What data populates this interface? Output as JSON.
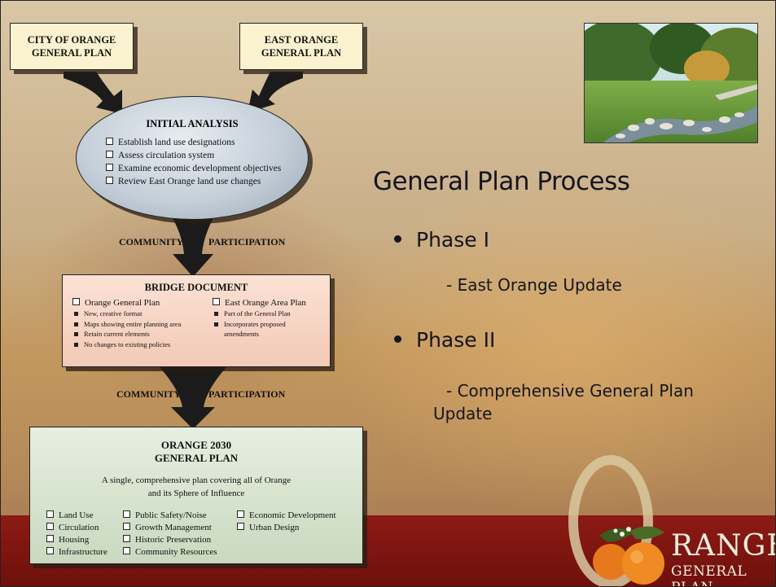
{
  "sources": {
    "left": "CITY OF ORANGE GENERAL PLAN",
    "right": "EAST ORANGE GENERAL PLAN"
  },
  "initial_analysis": {
    "title": "INITIAL ANALYSIS",
    "items": [
      "Establish land use designations",
      "Assess circulation system",
      "Examine economic development objectives",
      "Review East Orange land use changes"
    ]
  },
  "flow_labels": {
    "community": "COMMUNITY",
    "participation": "PARTICIPATION"
  },
  "bridge": {
    "title": "BRIDGE DOCUMENT",
    "left_head": "Orange General Plan",
    "left_items": [
      "New, creative format",
      "Maps showing entire planning area",
      "Retain current elements",
      "No changes to existing policies"
    ],
    "right_head": "East Orange Area Plan",
    "right_items": [
      "Part of the General Plan",
      "Incorporates proposed amendments"
    ]
  },
  "final": {
    "title_line1": "ORANGE 2030",
    "title_line2": "GENERAL PLAN",
    "desc_line1": "A single, comprehensive plan covering all of Orange",
    "desc_line2": "and its Sphere of Influence",
    "col1": [
      "Land Use",
      "Circulation",
      "Housing",
      "Infrastructure"
    ],
    "col2": [
      "Public Safety/Noise",
      "Growth Management",
      "Historic Preservation",
      "Community Resources"
    ],
    "col3": [
      "Economic Development",
      "Urban Design"
    ]
  },
  "slide": {
    "heading": "General Plan Process",
    "phase1": "Phase I",
    "phase1_sub": "- East Orange Update",
    "phase2": "Phase II",
    "phase2_sub_line1": "- Comprehensive General Plan",
    "phase2_sub_line2": "Update"
  },
  "logo": {
    "word_rest": "RANGE",
    "sub": "GENERAL PLAN"
  },
  "colors": {
    "band": "#8d1a14",
    "source_box": "#fbf3cf",
    "bridge_box": "#f6d2c1",
    "final_box": "#d6e4cd"
  }
}
